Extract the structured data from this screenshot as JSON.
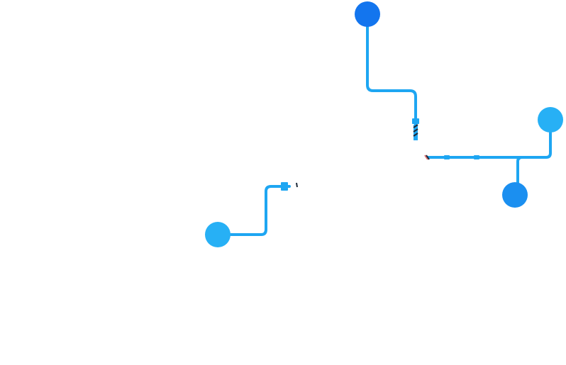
{
  "colors": {
    "pipe": "#1ea6f2",
    "node_dark": "#1375ee",
    "node_mid": "#1b8ff0",
    "node_light": "#27b0f5",
    "cable_dark": "#1d2a3a",
    "spark": "#e07070"
  },
  "nodes": [
    {
      "name": "node-top",
      "color_key": "node_dark"
    },
    {
      "name": "node-right",
      "color_key": "node_light"
    },
    {
      "name": "node-bottom-right",
      "color_key": "node_mid"
    },
    {
      "name": "node-bottom-left",
      "color_key": "node_light"
    }
  ]
}
